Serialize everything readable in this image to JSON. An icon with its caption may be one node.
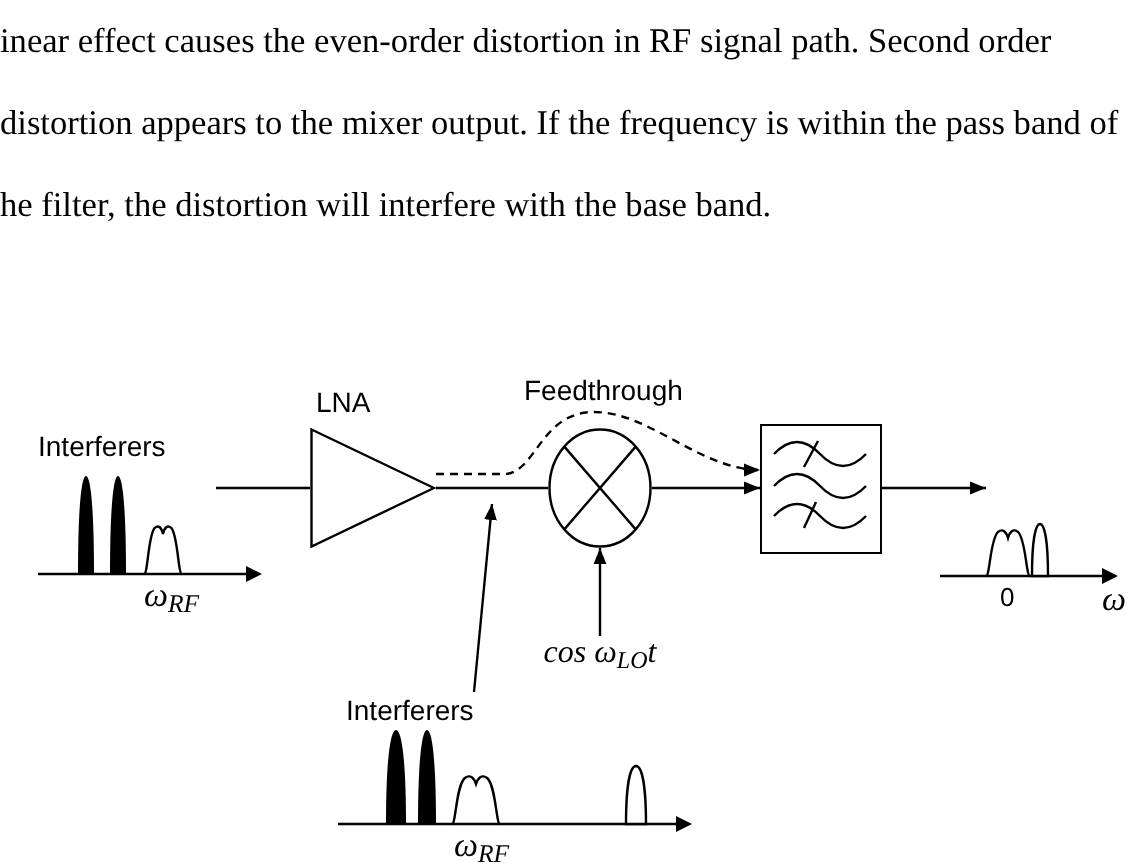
{
  "diagram": {
    "nodes": [
      {
        "text": [
          "LNA"
        ]
      },
      {
        "text": [],
        "shape": "circle"
      },
      {
        "text": [],
        "shape": "box"
      },
      {
        "text": [
          "cos ω$_{LO}$t"
        ]
      },
      {
        "text": [
          "Interferers",
          "ω$_{RF}$"
        ]
      }
    ],
    "edges": [
      {
        "from": null,
        "to": 0,
        "arrow": "none"
      },
      {
        "from": 0,
        "to": 1,
        "arrow": "none"
      },
      {
        "from": 0,
        "to": 2,
        "arrow": "to",
        "style": "dashed",
        "label": "Feedthrough"
      },
      {
        "from": 1,
        "to": 2,
        "arrow": "to"
      },
      {
        "from": 2,
        "to": null,
        "arrow": "to"
      },
      {
        "from": 3,
        "to": 1,
        "arrow": "to"
      },
      {
        "from": 4,
        "to": null,
        "arrow": "to"
      }
    ],
    "labels": [
      "inear effect causes the even-order distortion in RF signal path. Second order distortion appears to the mixer output. If the frequency is within the pass band of he filter, the distortion will interfere with the base band.",
      "Interferers",
      "ω$_{RF}$",
      "0",
      "ω"
    ]
  }
}
